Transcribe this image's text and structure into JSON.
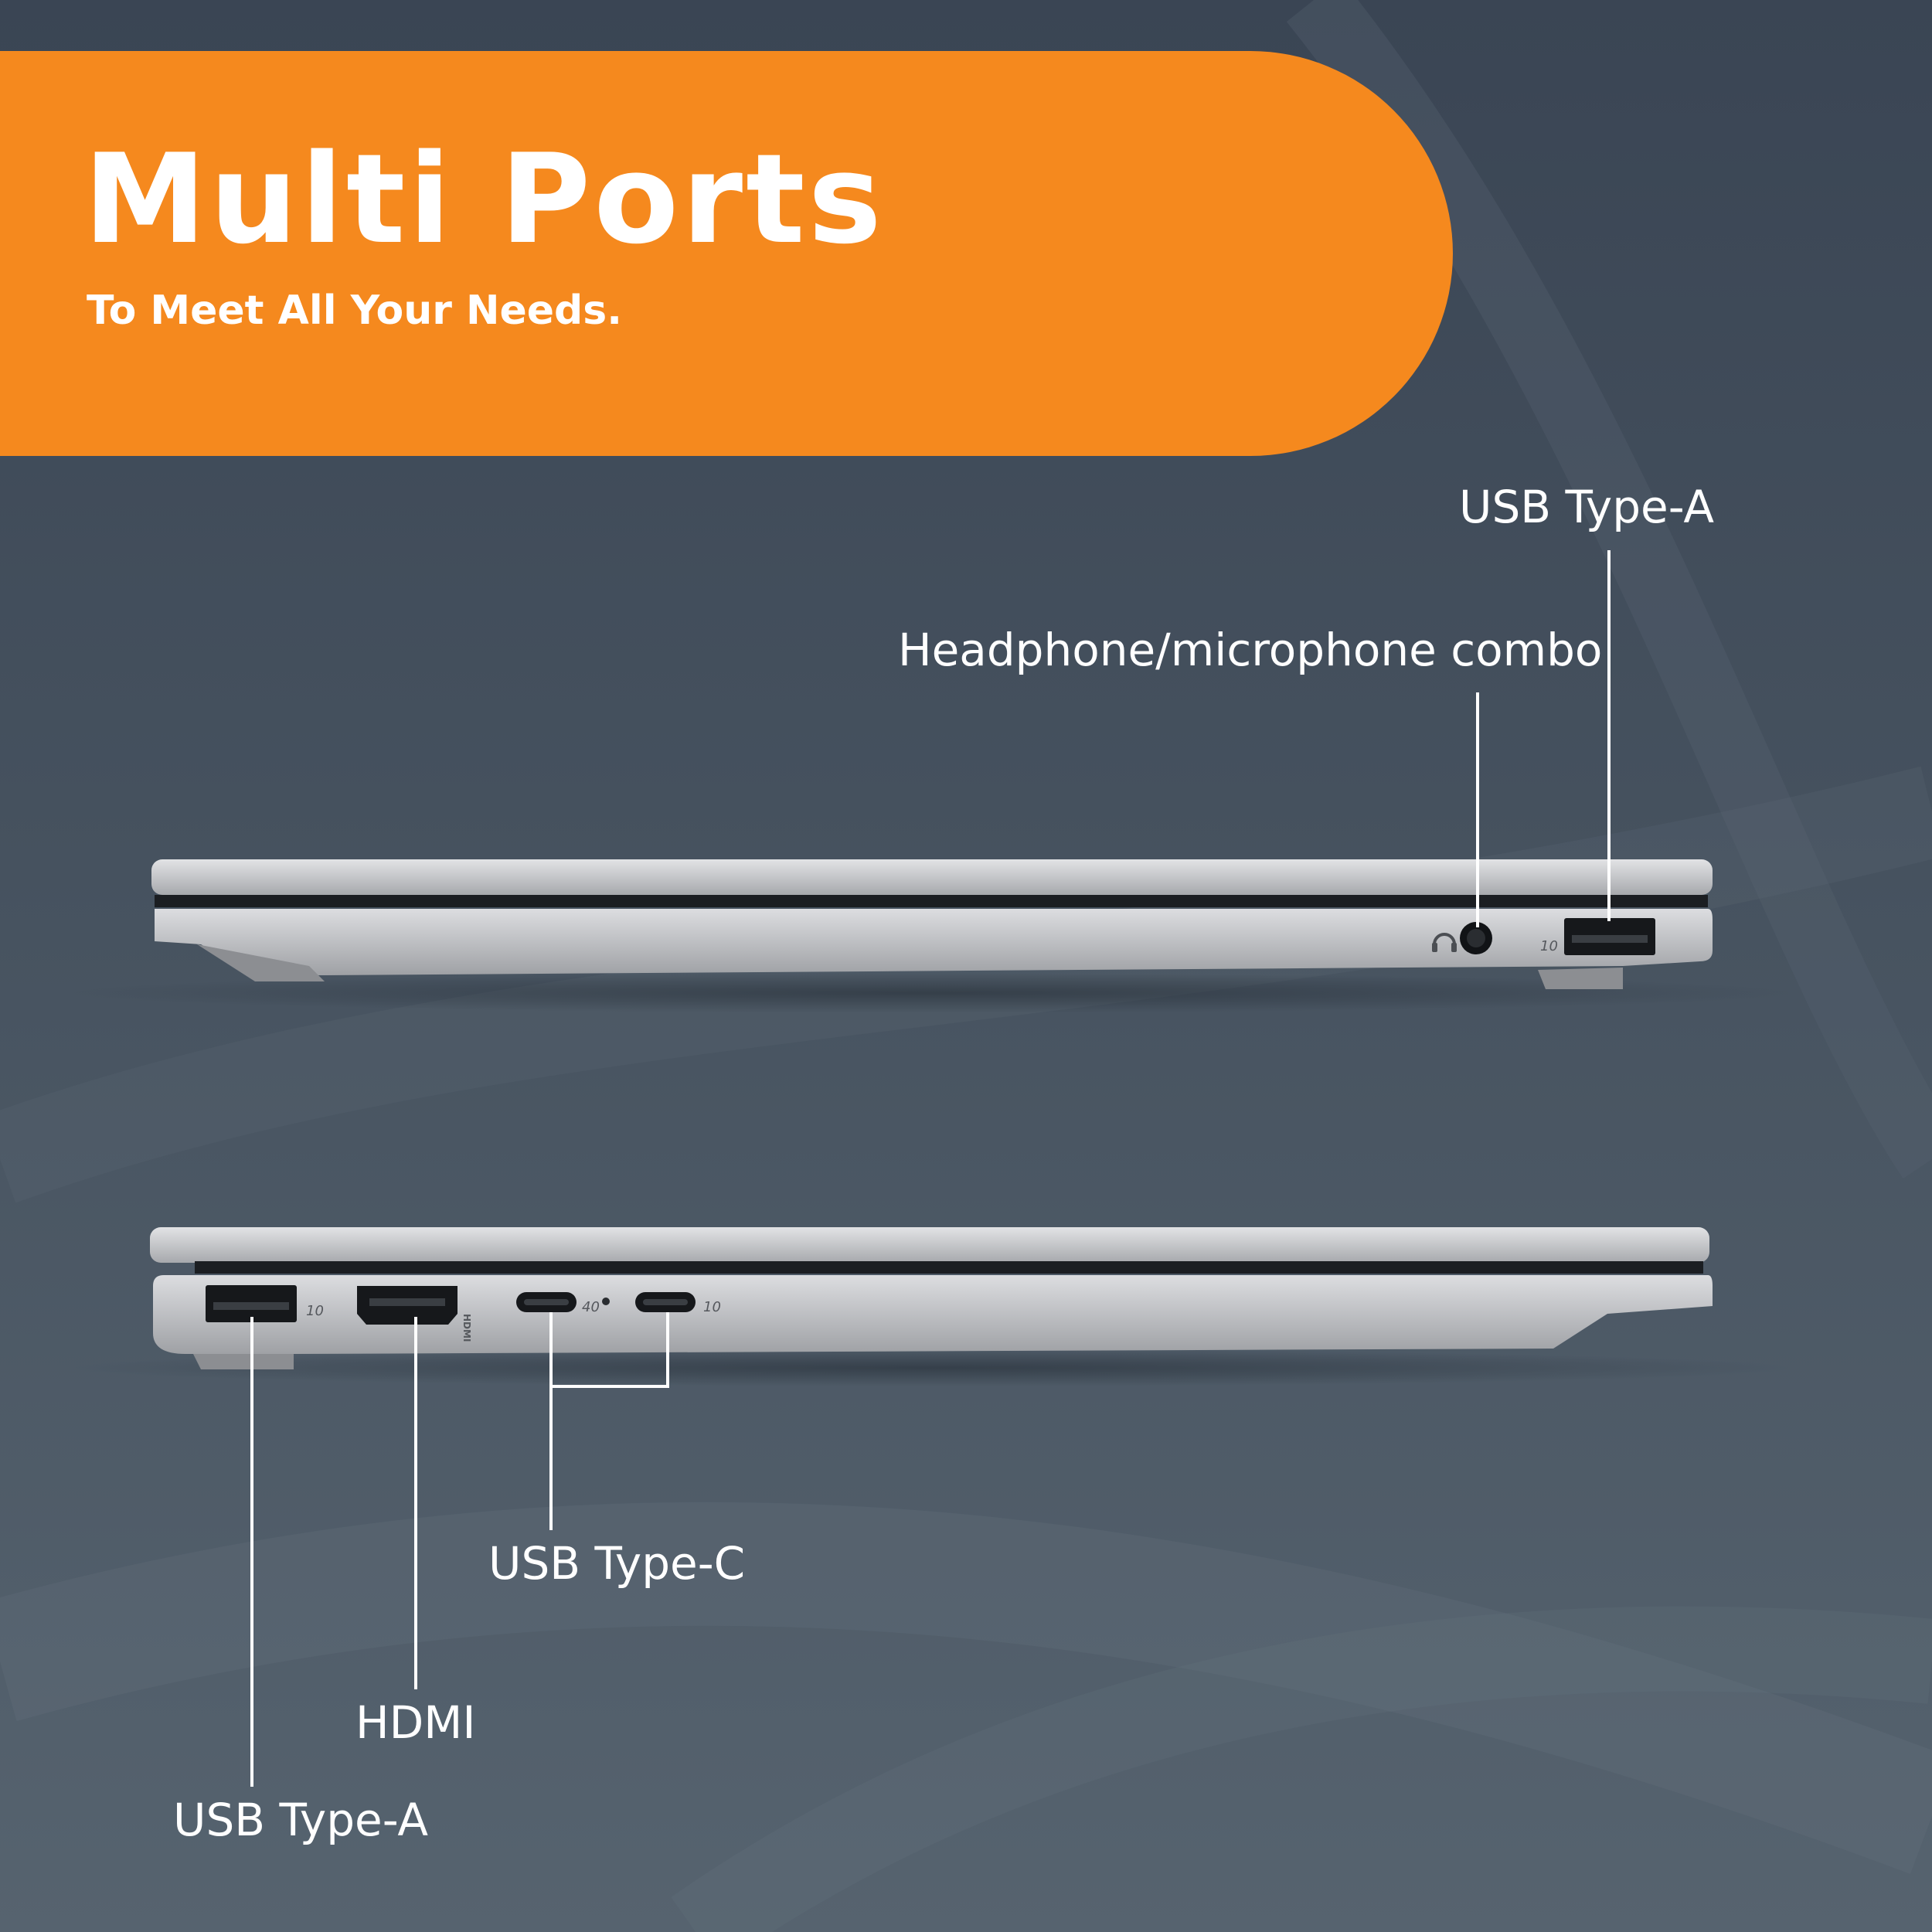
{
  "banner": {
    "title": "Multi Ports",
    "subtitle": "To Meet All Your Needs.",
    "color": "#f5891e"
  },
  "right_side": {
    "label_usb_a": "USB Type-A",
    "label_headphone": "Headphone/microphone combo"
  },
  "left_side": {
    "label_usb_c": "USB Type-C",
    "label_hdmi": "HDMI",
    "label_usb_a": "USB Type-A"
  },
  "port_markings": {
    "hdmi": "HDMI",
    "usb_a_speed": "10",
    "usb_c_speed_1": "40",
    "usb_c_speed_2": "10"
  },
  "icons": [
    "headphone-icon"
  ]
}
